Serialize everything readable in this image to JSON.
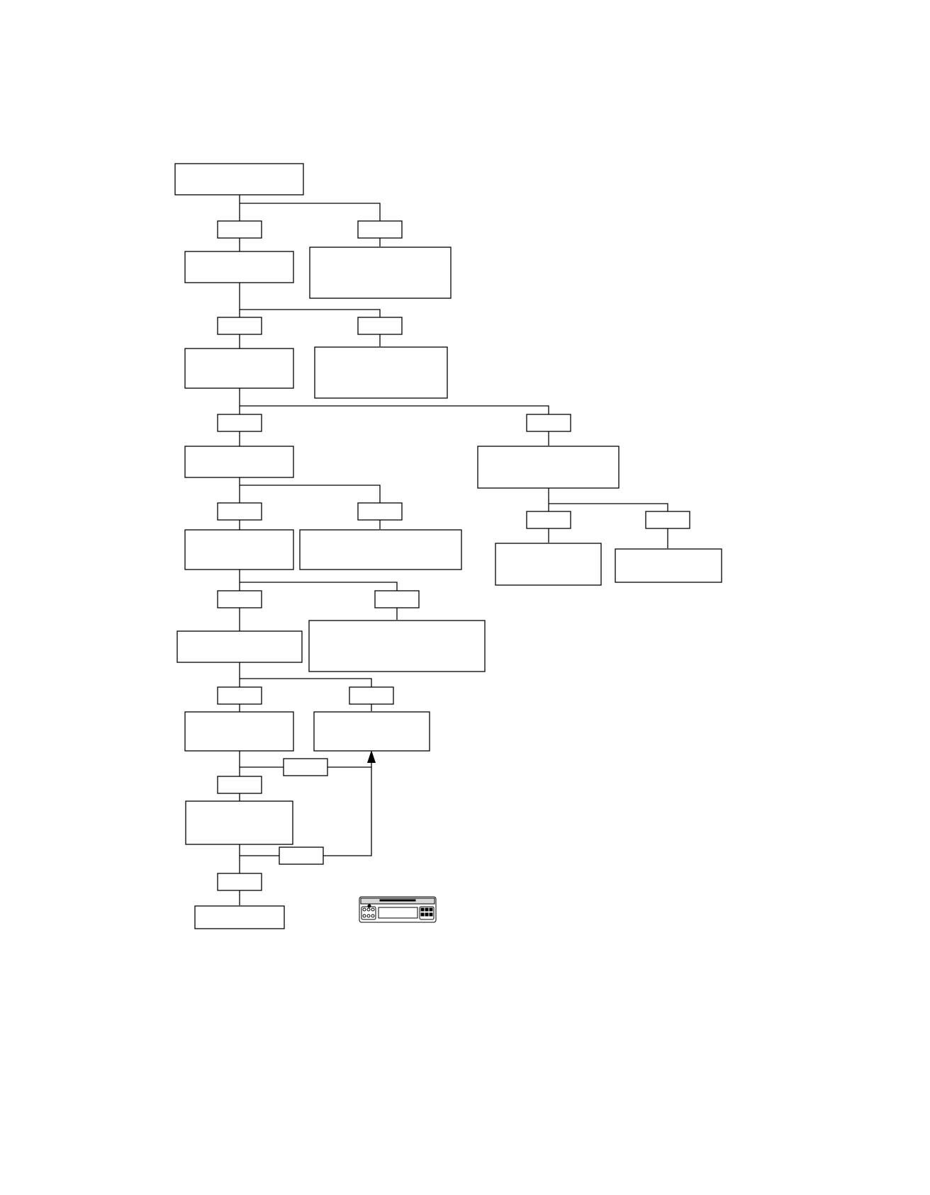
{
  "colors": {
    "line": "#000000",
    "box_fill": "#ffffff",
    "background": "#ffffff"
  },
  "diagram": {
    "nodes": [
      {
        "id": "n1",
        "label": ""
      },
      {
        "id": "n2",
        "label": ""
      },
      {
        "id": "n3",
        "label": ""
      },
      {
        "id": "n4",
        "label": ""
      },
      {
        "id": "n5",
        "label": ""
      },
      {
        "id": "n6",
        "label": ""
      },
      {
        "id": "n7",
        "label": ""
      },
      {
        "id": "n8",
        "label": ""
      },
      {
        "id": "n9",
        "label": ""
      },
      {
        "id": "n10",
        "label": ""
      },
      {
        "id": "n11",
        "label": ""
      },
      {
        "id": "n12",
        "label": ""
      },
      {
        "id": "n13",
        "label": ""
      },
      {
        "id": "n14",
        "label": ""
      },
      {
        "id": "n15",
        "label": ""
      },
      {
        "id": "n16",
        "label": ""
      },
      {
        "id": "n17",
        "label": ""
      },
      {
        "id": "n18",
        "label": ""
      }
    ],
    "edge_labels": [
      {
        "id": "e1",
        "label": ""
      },
      {
        "id": "e2",
        "label": ""
      },
      {
        "id": "e3",
        "label": ""
      },
      {
        "id": "e4",
        "label": ""
      },
      {
        "id": "e5",
        "label": ""
      },
      {
        "id": "e6",
        "label": ""
      },
      {
        "id": "e7",
        "label": ""
      },
      {
        "id": "e8",
        "label": ""
      },
      {
        "id": "e9",
        "label": ""
      },
      {
        "id": "e10",
        "label": ""
      },
      {
        "id": "e11",
        "label": ""
      },
      {
        "id": "e12",
        "label": ""
      },
      {
        "id": "e13",
        "label": ""
      },
      {
        "id": "e14",
        "label": ""
      },
      {
        "id": "e15",
        "label": ""
      },
      {
        "id": "e16",
        "label": ""
      },
      {
        "id": "e17",
        "label": ""
      },
      {
        "id": "e18",
        "label": ""
      }
    ],
    "device_icon": "car-radio-icon"
  }
}
